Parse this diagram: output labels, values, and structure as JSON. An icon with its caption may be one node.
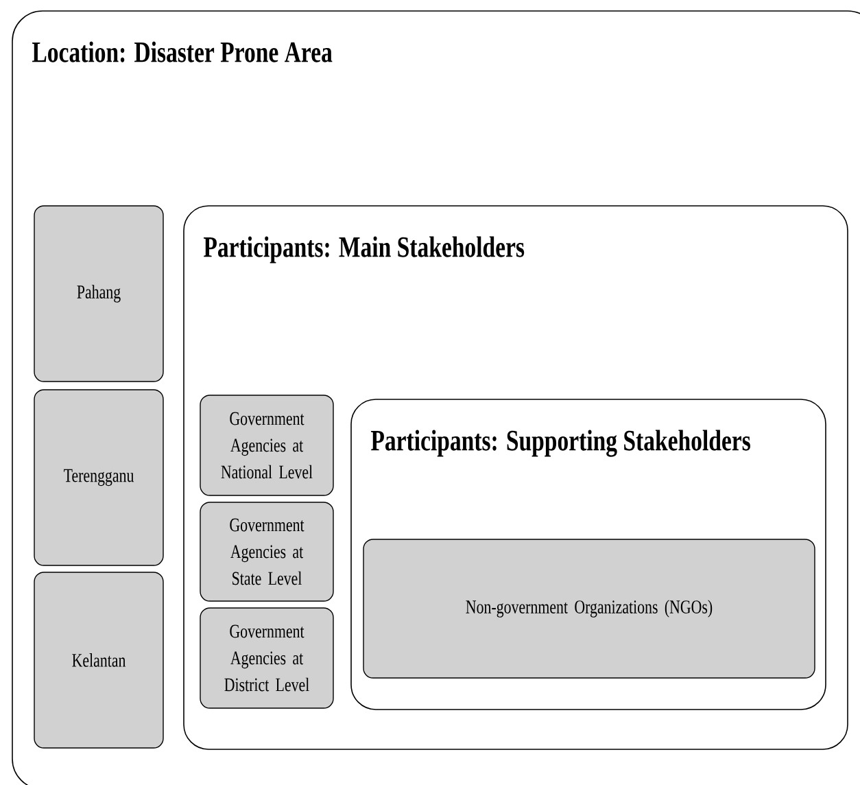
{
  "diagram": {
    "nodes": [
      {
        "text": [
          "Location: Disaster Prone Area"
        ]
      },
      {
        "text": [
          "Pahang"
        ],
        "in": 0
      },
      {
        "text": [
          "Terengganu"
        ],
        "in": 0
      },
      {
        "text": [
          "Kelantan"
        ],
        "in": 0
      },
      {
        "text": [
          "Participants: Main Stakeholders"
        ],
        "in": 0
      },
      {
        "text": [
          "Government Agencies at National Level"
        ],
        "in": 4
      },
      {
        "text": [
          "Government Agencies at State Level"
        ],
        "in": 4
      },
      {
        "text": [
          "Government Agencies at District Level"
        ],
        "in": 4
      },
      {
        "text": [
          "Participants: Supporting Stakeholders"
        ],
        "in": 4
      },
      {
        "text": [
          "Non-government Organizations (NGOs)"
        ],
        "in": 8
      }
    ]
  }
}
